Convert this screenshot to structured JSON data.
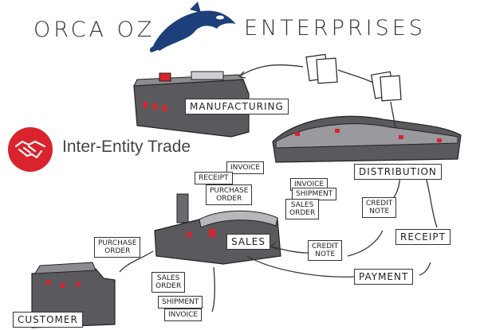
{
  "header": {
    "left_word": "ORCA OZ",
    "right_word": "ENTERPRISES",
    "logo_icon": "orca-whale-icon"
  },
  "badge": {
    "label": "Inter-Entity Trade",
    "icon": "handshake-icon",
    "color": "#d9232d"
  },
  "entities": {
    "manufacturing": "MANUFACTURING",
    "distribution": "DISTRIBUTION",
    "sales": "SALES",
    "customer": "CUSTOMER"
  },
  "documents": {
    "invoice_1": "INVOICE",
    "receipt_1": "RECEIPT",
    "purchase_order_1": "PURCHASE\nORDER",
    "invoice_2": "INVOICE",
    "shipment_1": "SHIPMENT",
    "sales_order_1": "SALES\nORDER",
    "credit_note_1": "CREDIT\nNOTE",
    "receipt_2": "RECEIPT",
    "credit_note_2": "CREDIT\nNOTE",
    "payment": "PAYMENT",
    "purchase_order_2": "PURCHASE\nORDER",
    "sales_order_2": "SALES\nORDER",
    "shipment_2": "SHIPMENT",
    "invoice_3": "INVOICE"
  },
  "colors": {
    "building": "#5a5a5e",
    "building_light": "#8c8c90",
    "accent_red": "#d9232d",
    "whale": "#1d3f7a"
  }
}
